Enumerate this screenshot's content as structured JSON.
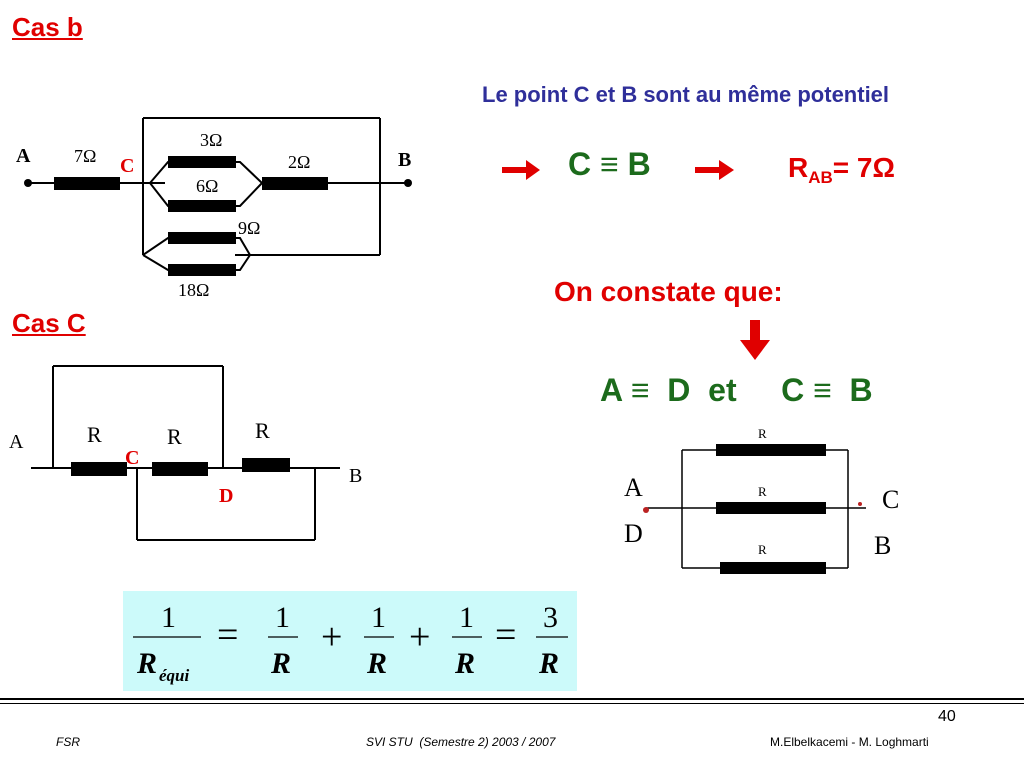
{
  "case_b": {
    "title": "Cas b",
    "statement": "Le point C et B sont au même potentiel",
    "equiv": "C ≡  B",
    "result_prefix": "R",
    "result_sub": "AB",
    "result_value": "= 7Ω",
    "circuit": {
      "node_a": "A",
      "node_b": "B",
      "node_c": "C",
      "r1": "7Ω",
      "r2": "3Ω",
      "r3": "6Ω",
      "r4": "2Ω",
      "r5": "9Ω",
      "r6": "18Ω"
    }
  },
  "case_c": {
    "title": "Cas C",
    "observation": "On constate que:",
    "equiv_line": "A ≡  D  et     C ≡  B",
    "circuit": {
      "node_a": "A",
      "node_b": "B",
      "node_c": "C",
      "node_d": "D",
      "r1": "R",
      "r2": "R",
      "r3": "R"
    },
    "eq_circuit": {
      "node_a": "A",
      "node_d": "D",
      "node_c": "C",
      "node_b": "B",
      "r1": "R",
      "r2": "R",
      "r3": "R"
    },
    "formula": {
      "one": "1",
      "r_equi": "R",
      "sub_equi": "équi",
      "r": "R",
      "three": "3",
      "eq": "=",
      "plus": "+"
    }
  },
  "footer": {
    "page_number": "40",
    "left": "FSR",
    "center": "SVI STU  (Semestre 2) 2003 / 2007",
    "right": "M.Elbelkacemi - M. Loghmarti"
  },
  "colors": {
    "title_red": "#e00000",
    "statement_blue": "#2f2f9a",
    "equiv_green": "#1c6b1c",
    "formula_bg": "#ccfafa"
  }
}
